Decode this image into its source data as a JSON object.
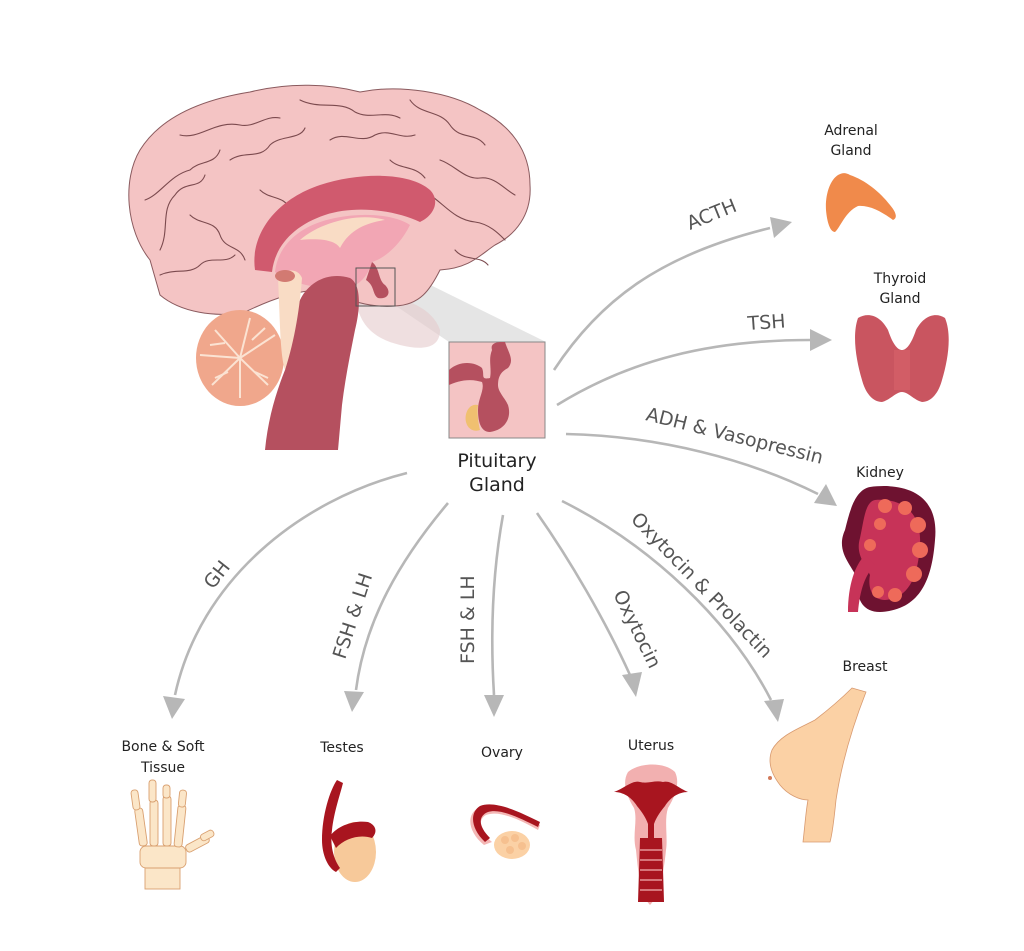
{
  "title": "Pituitary Gland hormones and target organs",
  "center": {
    "label_line1": "Pituitary",
    "label_line2": "Gland",
    "icon": "pituitary-gland-inset-icon"
  },
  "brain": {
    "icon": "brain-sagittal-section-icon"
  },
  "pathways": [
    {
      "hormone": "ACTH",
      "target": "adrenal-gland"
    },
    {
      "hormone": "TSH",
      "target": "thyroid-gland"
    },
    {
      "hormone": "ADH & Vasopressin",
      "target": "kidney"
    },
    {
      "hormone": "Oxytocin & Prolactin",
      "target": "breast"
    },
    {
      "hormone": "Oxytocin",
      "target": "uterus"
    },
    {
      "hormone": "FSH & LH",
      "target": "ovary"
    },
    {
      "hormone": "FSH & LH",
      "target": "testes"
    },
    {
      "hormone": "GH",
      "target": "bone-soft-tissue"
    }
  ],
  "organs": {
    "adrenal": {
      "line1": "Adrenal",
      "line2": "Gland",
      "icon": "adrenal-gland-icon"
    },
    "thyroid": {
      "line1": "Thyroid",
      "line2": "Gland",
      "icon": "thyroid-gland-icon"
    },
    "kidney": {
      "line1": "Kidney",
      "icon": "kidney-icon"
    },
    "breast": {
      "line1": "Breast",
      "icon": "breast-icon"
    },
    "uterus": {
      "line1": "Uterus",
      "icon": "uterus-icon"
    },
    "ovary": {
      "line1": "Ovary",
      "icon": "ovary-icon"
    },
    "testes": {
      "line1": "Testes",
      "icon": "testes-icon"
    },
    "bone": {
      "line1": "Bone & Soft",
      "line2": "Tissue",
      "icon": "hand-skeleton-icon"
    }
  },
  "colors": {
    "brain": "#f4c4c4",
    "brain_outline": "#8a5a5e",
    "brainstem": "#b5505f",
    "corpus": "#d05a6e",
    "arrow": "#b7b7b7",
    "adrenal": "#f08a4b",
    "thyroid": "#c95560",
    "kidney_outer": "#6e1230",
    "kidney_inner": "#c73358",
    "breast": "#fbd1a5",
    "uterus": "#a8151f",
    "uterus_outer": "#f2b0b0",
    "bone": "#fbe6c8"
  }
}
